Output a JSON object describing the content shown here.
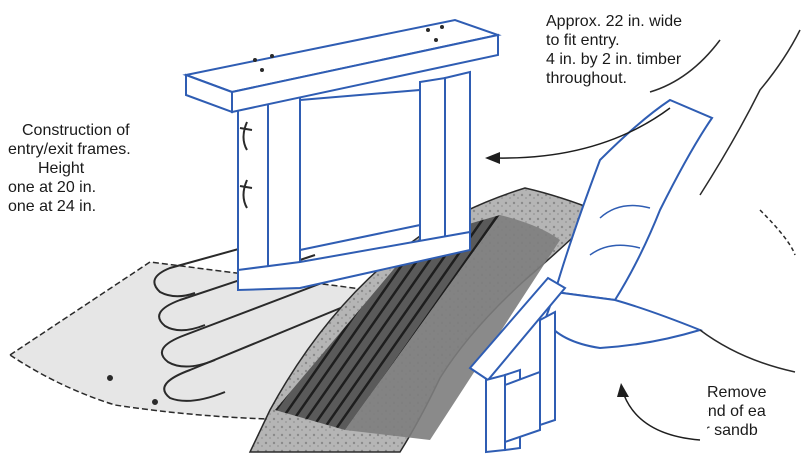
{
  "annotations": {
    "frame_dimensions": {
      "lines": [
        "Approx. 22 in. wide",
        "to fit entry.",
        "4 in. by 2 in. timber",
        "throughout."
      ]
    },
    "frame_construction": {
      "lines": [
        "Construction of",
        "entry/exit frames.",
        "Height",
        "one at 20 in.",
        "one at 24 in."
      ]
    },
    "remove_end": {
      "lines": [
        "Remove",
        "end of ea",
        "for sandb"
      ]
    }
  },
  "colors": {
    "frame_outline": "#2f5db3",
    "ink": "#2a2a2a",
    "trench_dark": "#3a3a3a",
    "spoil_grey": "#9a9a9a",
    "ground_tint": "#e6e6e6"
  }
}
